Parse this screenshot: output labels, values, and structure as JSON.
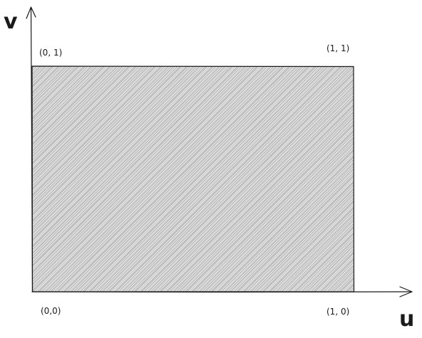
{
  "axes": {
    "vertical_label": "v",
    "horizontal_label": "u"
  },
  "corners": {
    "top_left": "(0, 1)",
    "top_right": "(1, 1)",
    "bottom_left": "(0,0)",
    "bottom_right": "(1, 0)"
  },
  "colors": {
    "ink": "#1a1a1a",
    "hatch": "#9a9a9a",
    "fill": "#e6e6e6"
  }
}
